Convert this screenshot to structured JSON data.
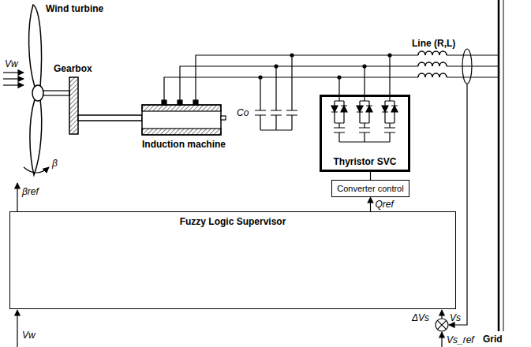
{
  "diagram": {
    "nodes": [
      {
        "text": [
          "Thyristor SVC"
        ]
      },
      {
        "text": [
          "Converter control"
        ]
      },
      {
        "text": [
          "Fuzzy Logic Supervisor"
        ]
      }
    ],
    "edges": [
      {
        "from": 1,
        "to": 0,
        "arrow": "none"
      },
      {
        "from": 2,
        "to": 1,
        "arrow": "to",
        "label": "Qref"
      }
    ],
    "labels": [
      "Wind turbine",
      "Vw",
      "Gearbox",
      "β",
      "Induction machine",
      "Co",
      "Line (R,L)",
      "Grid",
      "βref",
      "ΔVs",
      "Vs",
      "Vs_ref",
      "Vw"
    ]
  }
}
